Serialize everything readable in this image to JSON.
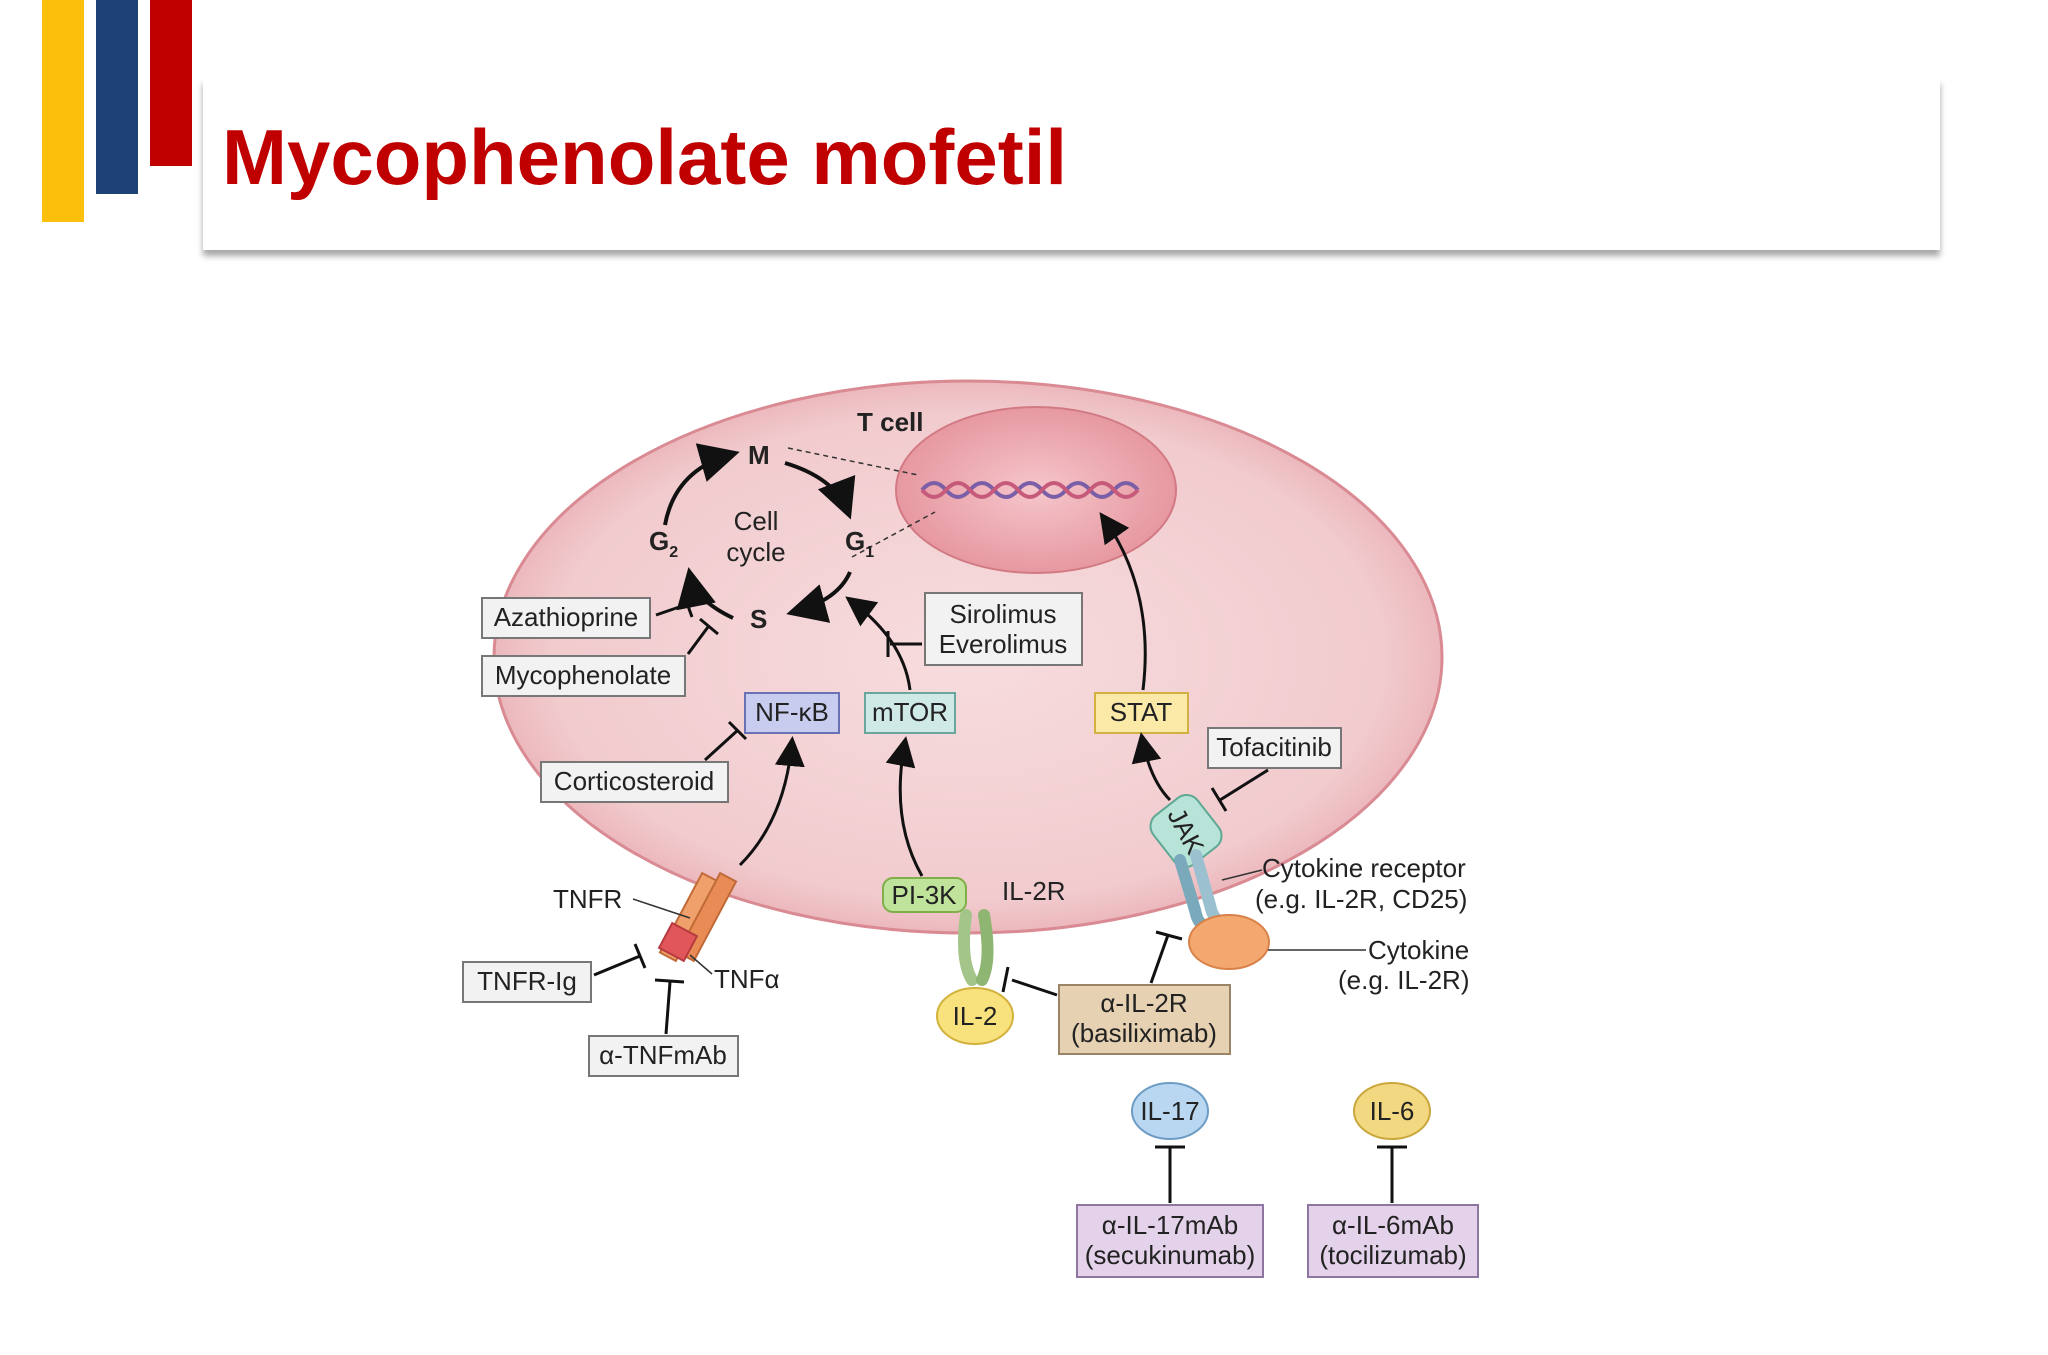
{
  "slide": {
    "title": "Mycophenolate mofetil"
  },
  "colors": {
    "title_red": "#c00000",
    "bar_yellow": "#fbbf0c",
    "bar_blue": "#1b4175",
    "bar_red": "#c00000",
    "cell_fill": "#f3d0d2"
  },
  "diagram": {
    "cell_label": "T cell",
    "cycle": {
      "m": "M",
      "g1": "G",
      "g1_sub": "1",
      "g2": "G",
      "g2_sub": "2",
      "s": "S",
      "center_line1": "Cell",
      "center_line2": "cycle"
    },
    "drugs": {
      "azathioprine": "Azathioprine",
      "mycophenolate": "Mycophenolate",
      "corticosteroid": "Corticosteroid",
      "sirolimus": "Sirolimus",
      "everolimus": "Everolimus",
      "tofacitinib": "Tofacitinib",
      "tnfr_ig": "TNFR-Ig",
      "anti_tnf": "α-TNFmAb",
      "anti_il2r_line1": "α-IL-2R",
      "anti_il2r_line2": "(basiliximab)",
      "anti_il17_line1": "α-IL-17mAb",
      "anti_il17_line2": "(secukinumab)",
      "anti_il6_line1": "α-IL-6mAb",
      "anti_il6_line2": "(tocilizumab)"
    },
    "molecules": {
      "nfkb": "NF-κB",
      "mtor": "mTOR",
      "stat": "STAT",
      "jak": "JAK",
      "pi3k": "PI-3K",
      "il2r": "IL-2R",
      "tnfr": "TNFR",
      "tnfa": "TNFα",
      "il2": "IL-2",
      "il17": "IL-17",
      "il6": "IL-6",
      "cytokine_receptor_line1": "Cytokine receptor",
      "cytokine_receptor_line2": "(e.g. IL-2R, CD25)",
      "cytokine_line1": "Cytokine",
      "cytokine_line2": "(e.g. IL-2R)"
    }
  }
}
